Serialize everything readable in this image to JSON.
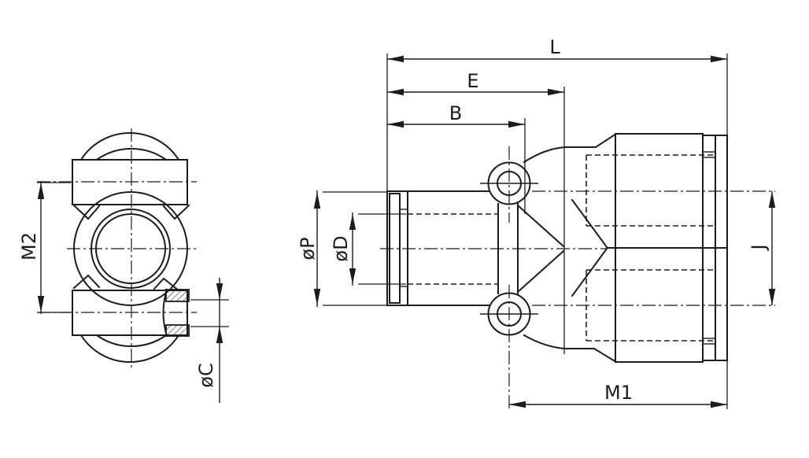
{
  "colors": {
    "background": "#ffffff",
    "line": "#1c1c1c"
  },
  "dimensions": {
    "L": {
      "label": "L"
    },
    "E": {
      "label": "E"
    },
    "B": {
      "label": "B"
    },
    "M1": {
      "label": "M1"
    },
    "M2": {
      "label": "M2"
    },
    "P": {
      "label": "øP"
    },
    "D": {
      "label": "øD"
    },
    "C": {
      "label": "øC"
    },
    "J": {
      "label": "J"
    }
  }
}
